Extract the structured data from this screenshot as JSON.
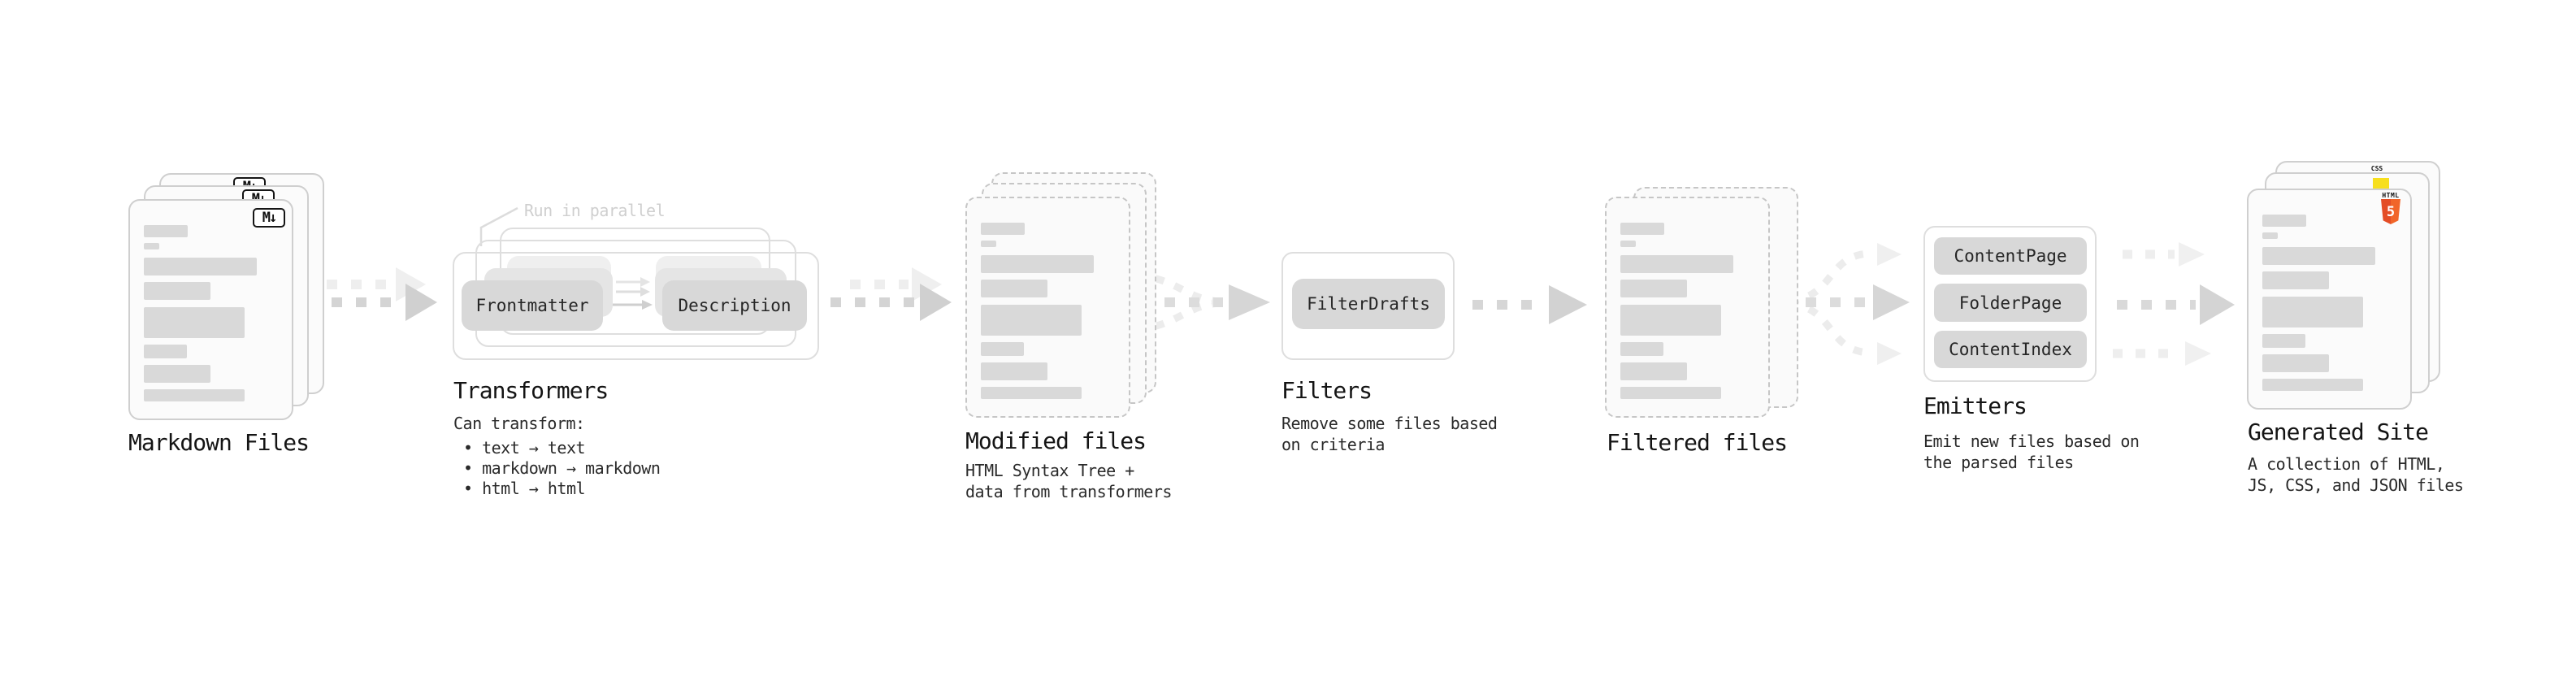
{
  "diagram": {
    "stages": {
      "markdown_files": {
        "title": "Markdown Files"
      },
      "transformers": {
        "title": "Transformers",
        "annotation": "Run in parallel",
        "box1": "Frontmatter",
        "box2": "Description",
        "desc_heading": "Can transform:",
        "bullets": [
          "• text → text",
          "• markdown → markdown",
          "• html → html"
        ]
      },
      "modified_files": {
        "title": "Modified files",
        "desc_line1": "HTML Syntax Tree +",
        "desc_line2": "data from transformers"
      },
      "filters": {
        "title": "Filters",
        "box1": "FilterDrafts",
        "desc_line1": "Remove some files based",
        "desc_line2": "on criteria"
      },
      "filtered_files": {
        "title": "Filtered files"
      },
      "emitters": {
        "title": "Emitters",
        "box1": "ContentPage",
        "box2": "FolderPage",
        "box3": "ContentIndex",
        "desc_line1": "Emit new files based on",
        "desc_line2": "the parsed files"
      },
      "generated_site": {
        "title": "Generated Site",
        "desc_line1": "A collection of HTML,",
        "desc_line2": "JS, CSS, and JSON files"
      }
    },
    "icons": {
      "markdown_label": "M↓",
      "html5_word": "HTML",
      "html5_number": "5",
      "css_word": "CSS"
    },
    "colors": {
      "html5_orange": "#e44d26",
      "js_yellow": "#f7df1e",
      "css_blue": "#2965f1",
      "arrow_gray": "#d2d2d2",
      "bar_gray": "#d9d9d9"
    }
  }
}
